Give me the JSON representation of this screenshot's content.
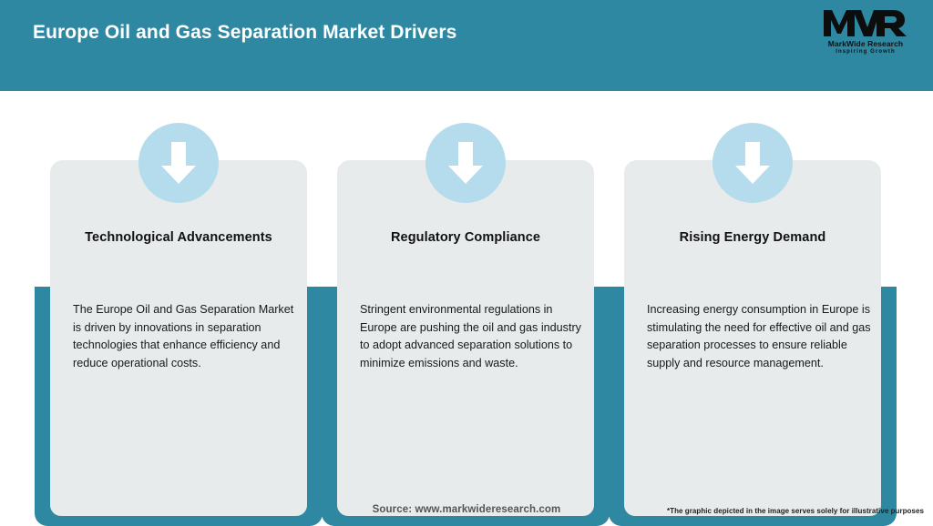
{
  "header": {
    "title": "Europe Oil and Gas Separation Market Drivers",
    "background_color": "#2f88a2",
    "title_color": "#ffffff"
  },
  "logo": {
    "mark": "MWR",
    "name": "MarkWide Research",
    "tagline": "Inspiring Growth"
  },
  "cards": [
    {
      "icon": "down-arrow-icon",
      "title": "Technological Advancements",
      "body": "The Europe Oil and Gas Separation Market is driven by innovations in separation technologies that enhance efficiency and reduce operational costs."
    },
    {
      "icon": "down-arrow-icon",
      "title": "Regulatory Compliance",
      "body": "Stringent environmental regulations in Europe are pushing the oil and gas industry to adopt advanced separation solutions to minimize emissions and waste."
    },
    {
      "icon": "down-arrow-icon",
      "title": "Rising Energy Demand",
      "body": "Increasing energy consumption in Europe is stimulating the need for effective oil and gas separation processes to ensure reliable supply and resource management."
    }
  ],
  "footer": {
    "source": "Source: www.markwideresearch.com",
    "disclaimer": "*The graphic depicted in the image serves solely for illustrative purposes"
  },
  "colors": {
    "teal": "#2f88a2",
    "light_blue": "#b4dced",
    "panel_grey": "#e7ebec",
    "page_background": "#ffffff"
  }
}
